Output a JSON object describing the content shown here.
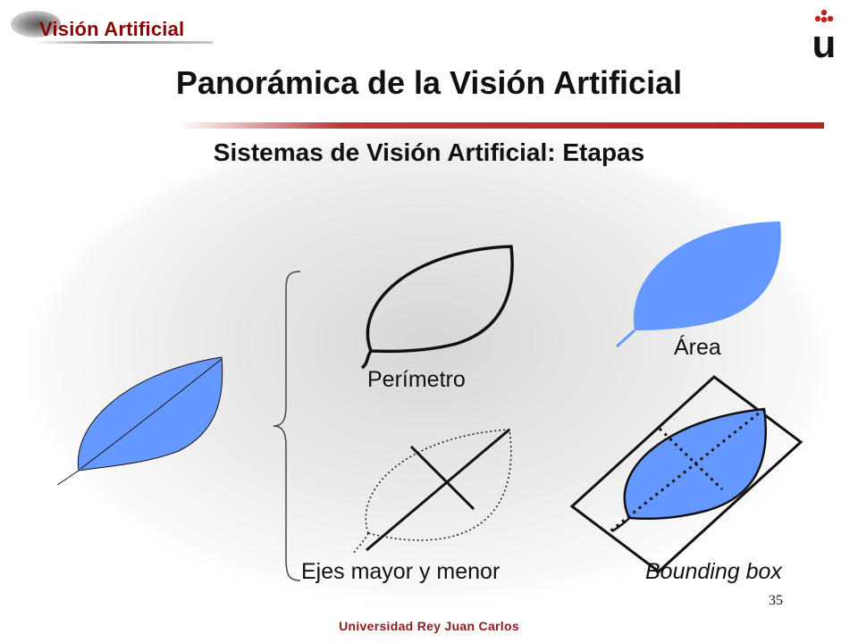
{
  "header": {
    "logo_text": "Visión Artificial",
    "university_mark": "u"
  },
  "slide": {
    "title": "Panorámica de la Visión Artificial",
    "subtitle": "Sistemas de Visión Artificial: Etapas"
  },
  "diagram": {
    "labels": {
      "area": "Área",
      "perimeter": "Perímetro",
      "axes": "Ejes mayor y menor",
      "bounding_box": "Bounding box"
    },
    "leaf_color": "#6699ff"
  },
  "footer": {
    "page_number": "35",
    "university": "Universidad Rey Juan Carlos"
  }
}
